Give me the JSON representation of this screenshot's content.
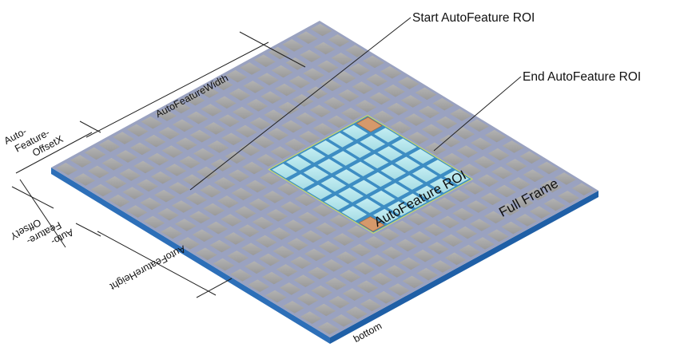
{
  "callouts": {
    "start_roi": "Start AutoFeature ROI",
    "end_roi": "End AutoFeature ROI"
  },
  "regions": {
    "roi_label": "AutoFeature ROI",
    "frame_label": "Full Frame",
    "bottom_label": "bottom"
  },
  "dimensions": {
    "width": "AutoFeatureWidth",
    "height": "AutoFeatureHeight",
    "offset_x": [
      "Auto-",
      "Feature-",
      "OffsetX"
    ],
    "offset_y": [
      "Auto-",
      "Feature-",
      "OffsetY"
    ]
  },
  "grid": {
    "columns": 19,
    "rows": 16,
    "roi_col_start": 8,
    "roi_col_end": 14,
    "roi_row_start": 6,
    "roi_row_end": 11
  },
  "colors": {
    "frame_pixel": "#a3a3a3",
    "frame_grid": "#9ea6c4",
    "roi_pixel": "#b7e6ec",
    "roi_grid": "#3e8fc4",
    "marker": "#d6996b",
    "edge": "#1c5aa0"
  }
}
